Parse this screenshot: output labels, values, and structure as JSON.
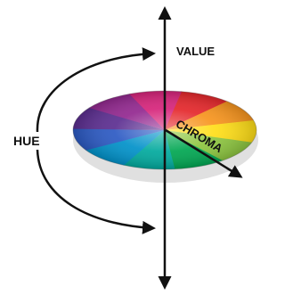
{
  "labels": {
    "value": "VALUE",
    "hue": "HUE",
    "chroma": "CHROMA"
  },
  "colors": {
    "arrow": "#111111",
    "background": "#ffffff",
    "wheel": [
      "#e4262a",
      "#f7941d",
      "#ffde17",
      "#8dc63f",
      "#00a651",
      "#00a99d",
      "#0091c9",
      "#2b59c3",
      "#5b2d90",
      "#92278f",
      "#d6237a"
    ]
  }
}
